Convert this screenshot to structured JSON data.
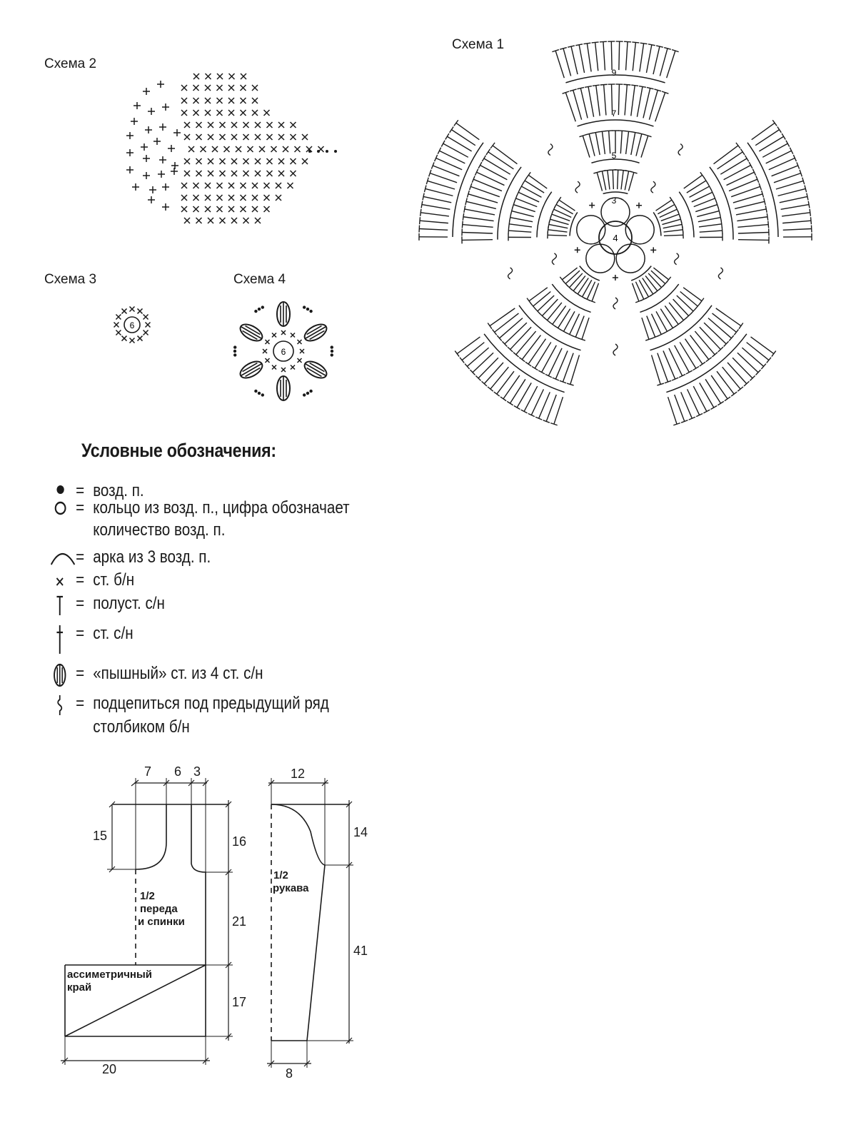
{
  "schemes": {
    "scheme1": {
      "title": "Схема 1",
      "center": "4",
      "rounds": [
        "3",
        "5",
        "7",
        "9"
      ]
    },
    "scheme2": {
      "title": "Схема 2"
    },
    "scheme3": {
      "title": "Схема 3",
      "center": "6"
    },
    "scheme4": {
      "title": "Схема 4",
      "center": "6"
    }
  },
  "legend": {
    "title": "Условные обозначения:",
    "items": [
      {
        "icon": "chain-dot-icon",
        "eq": "=",
        "text": "возд. п."
      },
      {
        "icon": "ring-icon",
        "eq": "=",
        "text": "кольцо из возд. п., цифра обозначает",
        "text2": "количество возд. п."
      },
      {
        "icon": "arch-icon",
        "eq": "=",
        "text": "арка из 3 возд. п."
      },
      {
        "icon": "cross-icon",
        "eq": "=",
        "text": "ст. б/н"
      },
      {
        "icon": "half-double-icon",
        "eq": "=",
        "text": "полуст. с/н"
      },
      {
        "icon": "double-crochet-icon",
        "eq": "=",
        "text": "ст. с/н"
      },
      {
        "icon": "puff-stitch-icon",
        "eq": "=",
        "text": "«пышный» ст. из 4 ст. с/н"
      },
      {
        "icon": "hook-under-icon",
        "eq": "=",
        "text": "подцепиться под предыдущий ряд",
        "text2": "столбиком б/н"
      }
    ]
  },
  "pattern_body": {
    "label_lines": [
      "1/2",
      "переда",
      "и спинки"
    ],
    "edge_lines": [
      "ассиметричный",
      "край"
    ],
    "dims": {
      "top_a": "7",
      "top_b": "6",
      "top_c": "3",
      "left": "15",
      "right_top": "16",
      "right_mid": "21",
      "right_bottom": "17",
      "bottom": "20"
    }
  },
  "pattern_sleeve": {
    "label_lines": [
      "1/2",
      "рукава"
    ],
    "dims": {
      "top": "12",
      "right_top": "14",
      "right_bottom": "41",
      "bottom": "8"
    }
  }
}
